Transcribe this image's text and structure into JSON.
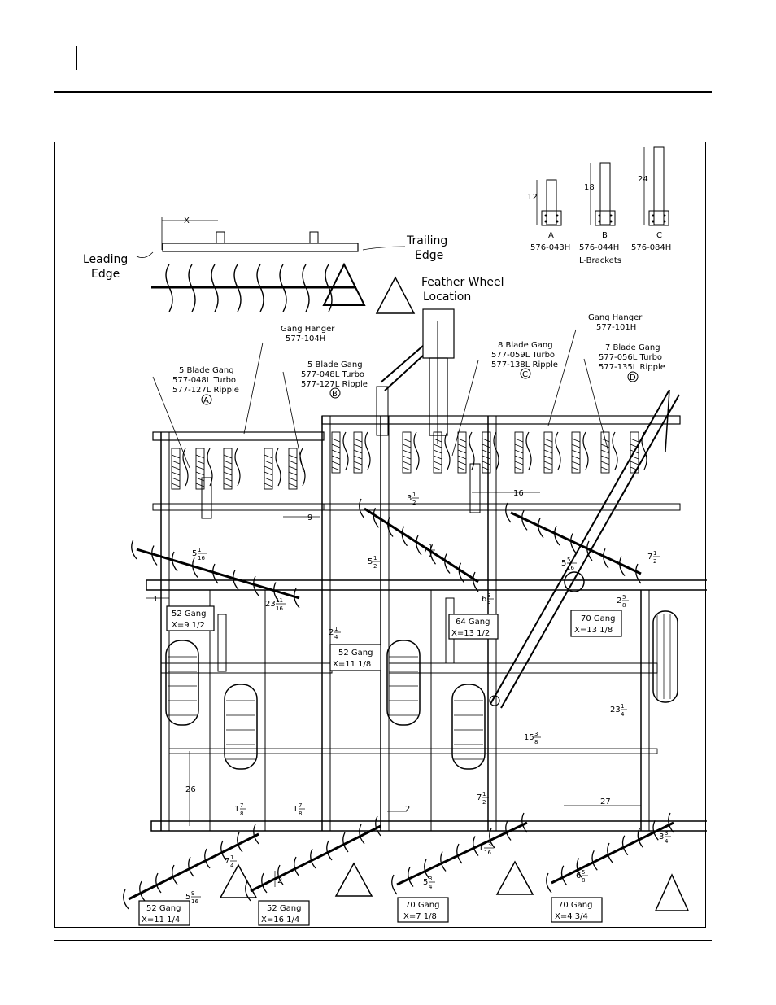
{
  "leading_edge": [
    "Leading",
    "Edge"
  ],
  "trailing_edge": [
    "Trailing",
    "Edge"
  ],
  "feather_wheel": [
    "Feather Wheel",
    "Location"
  ],
  "x_dim": "X",
  "brackets": [
    {
      "dim": "12",
      "letter": "A",
      "part": "576-043H"
    },
    {
      "dim": "18",
      "letter": "B",
      "part": "576-044H"
    },
    {
      "dim": "24",
      "letter": "C",
      "part": "576-084H"
    }
  ],
  "brackets_caption": "L-Brackets",
  "gang_hanger_left": [
    "Gang Hanger",
    "577-104H"
  ],
  "gang_hanger_right": [
    "Gang Hanger",
    "577-101H"
  ],
  "gang_5a": [
    "5 Blade Gang",
    "577-048L Turbo",
    "577-127L Ripple"
  ],
  "gang_5b": [
    "5 Blade Gang",
    "577-048L Turbo",
    "577-127L Ripple"
  ],
  "gang_8": [
    "8 Blade Gang",
    "577-059L Turbo",
    "577-138L Ripple"
  ],
  "gang_7": [
    "7 Blade Gang",
    "577-056L Turbo",
    "577-135L Ripple"
  ],
  "circle_letters": [
    "A",
    "B",
    "C",
    "D"
  ],
  "boxes": [
    {
      "line1": "52 Gang",
      "line2": "X=9 1/2"
    },
    {
      "line1": "52 Gang",
      "line2": "X=11 1/8"
    },
    {
      "line1": "64 Gang",
      "line2": "X=13 1/2"
    },
    {
      "line1": "70 Gang",
      "line2": "X=13 1/8"
    },
    {
      "line1": "52 Gang",
      "line2": "X=11 1/4"
    },
    {
      "line1": "52 Gang",
      "line2": "X=16 1/4"
    },
    {
      "line1": "70 Gang",
      "line2": "X=7 1/8"
    },
    {
      "line1": "70 Gang",
      "line2": "X=4 3/4"
    }
  ],
  "dims": {
    "d9": "9",
    "d16": "16",
    "d26": "26",
    "d27": "27",
    "d2a": "2",
    "d2b": "2",
    "d1": "1"
  },
  "fractions": [
    {
      "w": "3",
      "n": "1",
      "d": "2"
    },
    {
      "w": "5",
      "n": "1",
      "d": "2"
    },
    {
      "w": "5",
      "n": "1",
      "d": "16"
    },
    {
      "w": "5",
      "n": "5",
      "d": "16"
    },
    {
      "w": "7",
      "n": "1",
      "d": "2"
    },
    {
      "w": "7",
      "n": "1",
      "d": "2"
    },
    {
      "w": "23",
      "n": "11",
      "d": "16"
    },
    {
      "w": "2",
      "n": "1",
      "d": "4"
    },
    {
      "w": "6",
      "n": "3",
      "d": "8"
    },
    {
      "w": "2",
      "n": "5",
      "d": "8"
    },
    {
      "w": "23",
      "n": "1",
      "d": "4"
    },
    {
      "w": "15",
      "n": "3",
      "d": "8"
    },
    {
      "w": "7",
      "n": "1",
      "d": "2"
    },
    {
      "w": "1",
      "n": "13",
      "d": "16"
    },
    {
      "w": "1",
      "n": "7",
      "d": "8"
    },
    {
      "w": "1",
      "n": "7",
      "d": "8"
    },
    {
      "w": "5",
      "n": "9",
      "d": "16"
    },
    {
      "w": "7",
      "n": "1",
      "d": "4"
    },
    {
      "w": "5",
      "n": "3",
      "d": "4"
    },
    {
      "w": "6",
      "n": "5",
      "d": "8"
    },
    {
      "w": "3",
      "n": "3",
      "d": "4"
    }
  ]
}
